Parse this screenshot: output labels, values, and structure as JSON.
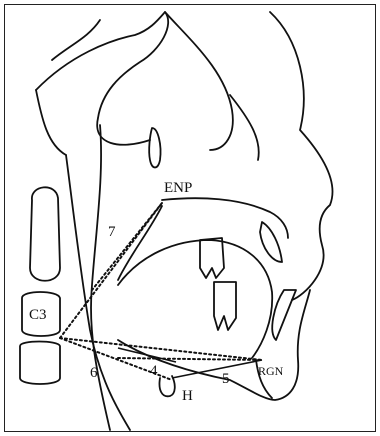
{
  "labels": {
    "enp": "ENP",
    "c3": "C3",
    "rgn": "RGN",
    "h": "H",
    "n4": "4",
    "n5": "5",
    "n6": "6",
    "n7": "7"
  },
  "colors": {
    "ink": "#111111",
    "background": "#ffffff"
  }
}
